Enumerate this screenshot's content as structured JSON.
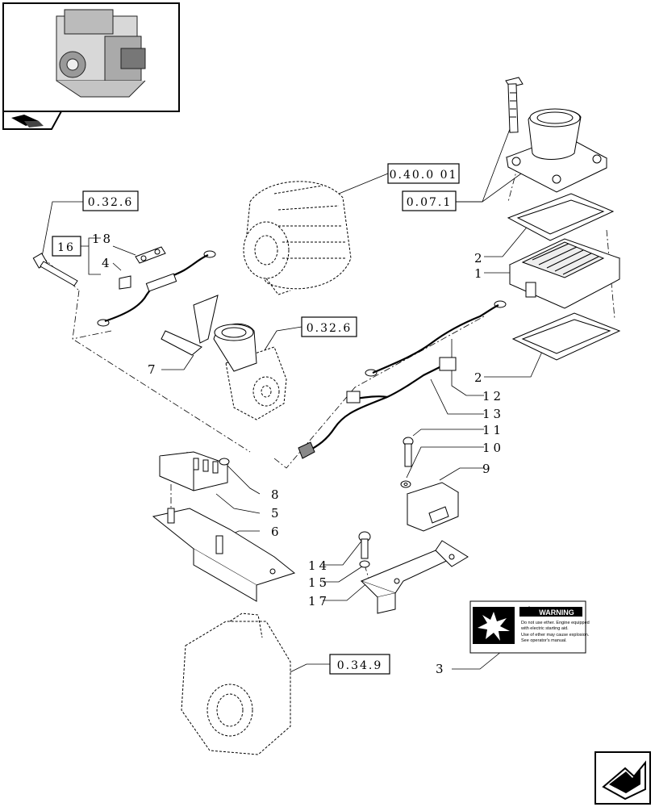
{
  "thumbnail": {
    "icon": "engine-thumbnail-icon",
    "sub_icon": "tractor-book-icon"
  },
  "references": {
    "r1": "0.40.0 01",
    "r2": "0.07.1",
    "r3": "0.32.6",
    "r4": "0.32.6",
    "r5": "0.34.9",
    "r6": "16"
  },
  "callouts": {
    "c1": "1",
    "c2a": "2",
    "c2b": "2",
    "c3": "3",
    "c4": "4",
    "c5": "5",
    "c6": "6",
    "c7": "7",
    "c8": "8",
    "c9": "9",
    "c10": "10",
    "c11": "11",
    "c12": "12",
    "c13": "13",
    "c14": "14",
    "c15": "15",
    "c17": "17",
    "c18": "18"
  },
  "warning_label": {
    "title": "WARNING",
    "lines": [
      "Do not use ether. Engine equipped",
      "with electric starting aid.",
      "Use of ether may cause explosion.",
      "See operator's manual."
    ]
  },
  "nav": {
    "next_icon": "next-page-arrow-icon"
  }
}
